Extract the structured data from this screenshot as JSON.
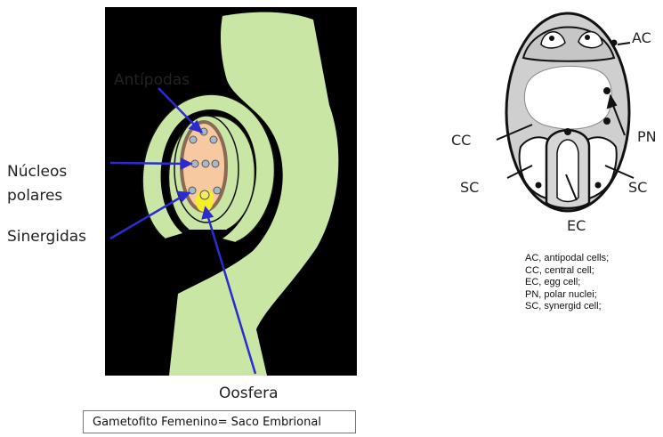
{
  "left_diagram": {
    "labels": {
      "antipodas": "Antípodas",
      "nucleos_line1": "Núcleos",
      "nucleos_line2": "polares",
      "sinergidas": "Sinergidas",
      "oosfera": "Oosfera"
    },
    "caption": "Gametofito Femenino= Saco Embrional",
    "colors": {
      "background": "#000000",
      "tissue": "#c9e6a5",
      "sac": "#f7c9a0",
      "egg": "#f4ef2a",
      "arrow": "#2b2bd0"
    }
  },
  "right_diagram": {
    "labels": {
      "ac": "AC",
      "pn": "PN",
      "cc": "CC",
      "sc_left": "SC",
      "sc_right": "SC",
      "ec": "EC"
    },
    "legend": [
      "AC, antipodal cells;",
      "CC, central cell;",
      "EC, egg cell;",
      "PN, polar nuclei;",
      "SC, synergid cell;"
    ],
    "colors": {
      "cytoplasm": "#cfcfcf",
      "vacuole": "#ffffff",
      "outline": "#111111"
    }
  }
}
